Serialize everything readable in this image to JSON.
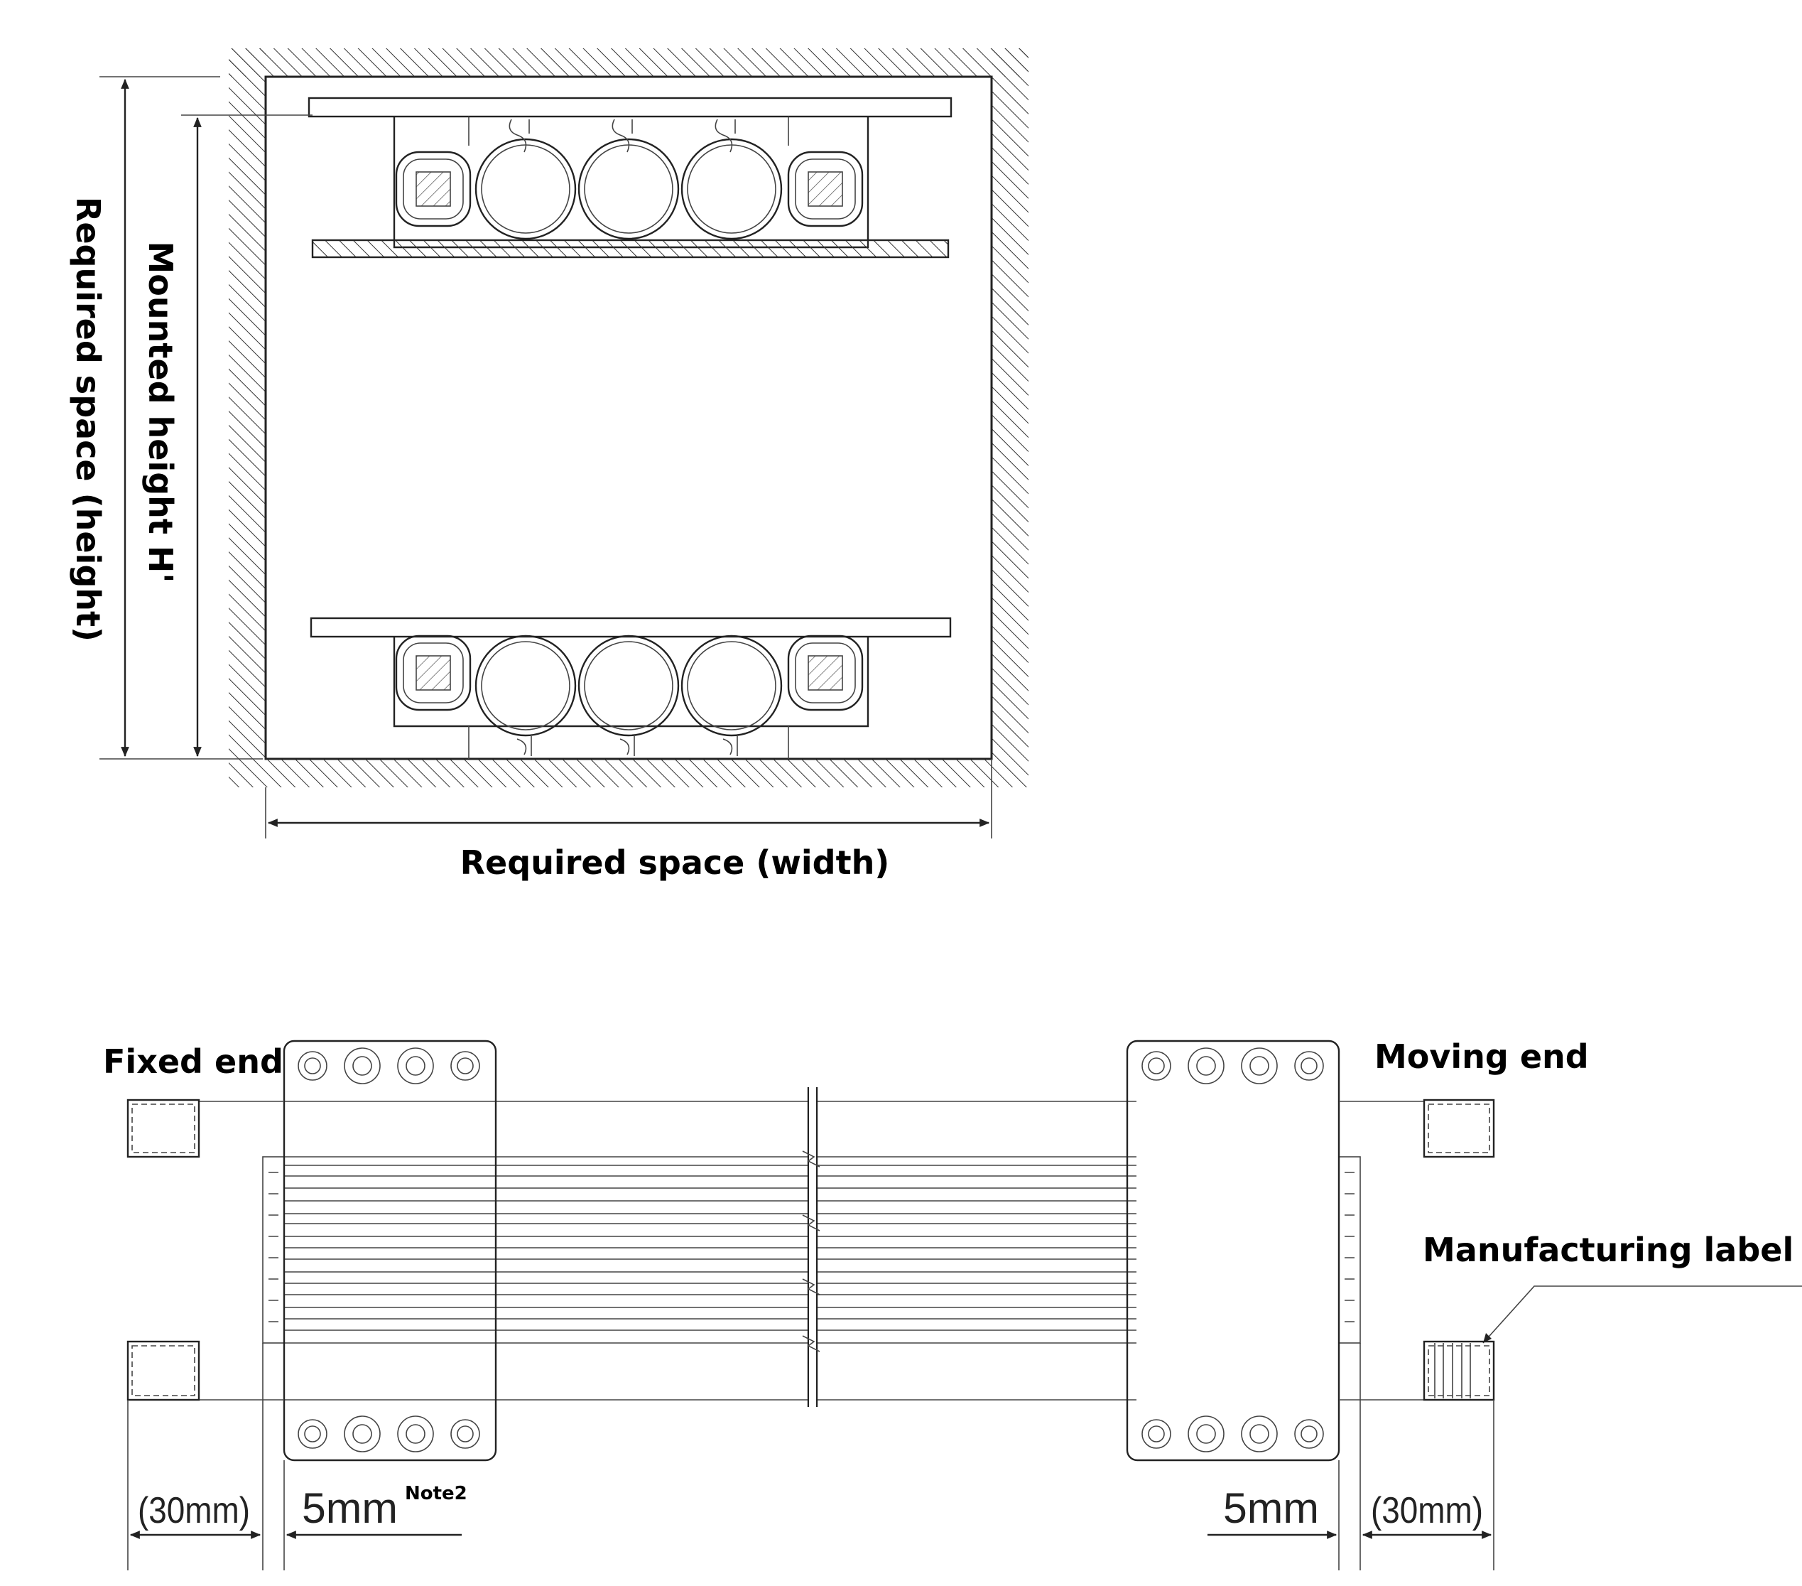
{
  "top_view": {
    "width_label": "Required space (width)",
    "height_label": "Required space (height)",
    "mounted_label": "Mounted height H'"
  },
  "bottom_view": {
    "fixed_label": "Fixed end",
    "moving_label": "Moving end",
    "mfg_label": "Manufacturing label",
    "dim_left_outer": "(30mm)",
    "dim_left_inner": "5mm",
    "dim_note": "Note2",
    "dim_right_inner": "5mm",
    "dim_right_outer": "(30mm)"
  }
}
